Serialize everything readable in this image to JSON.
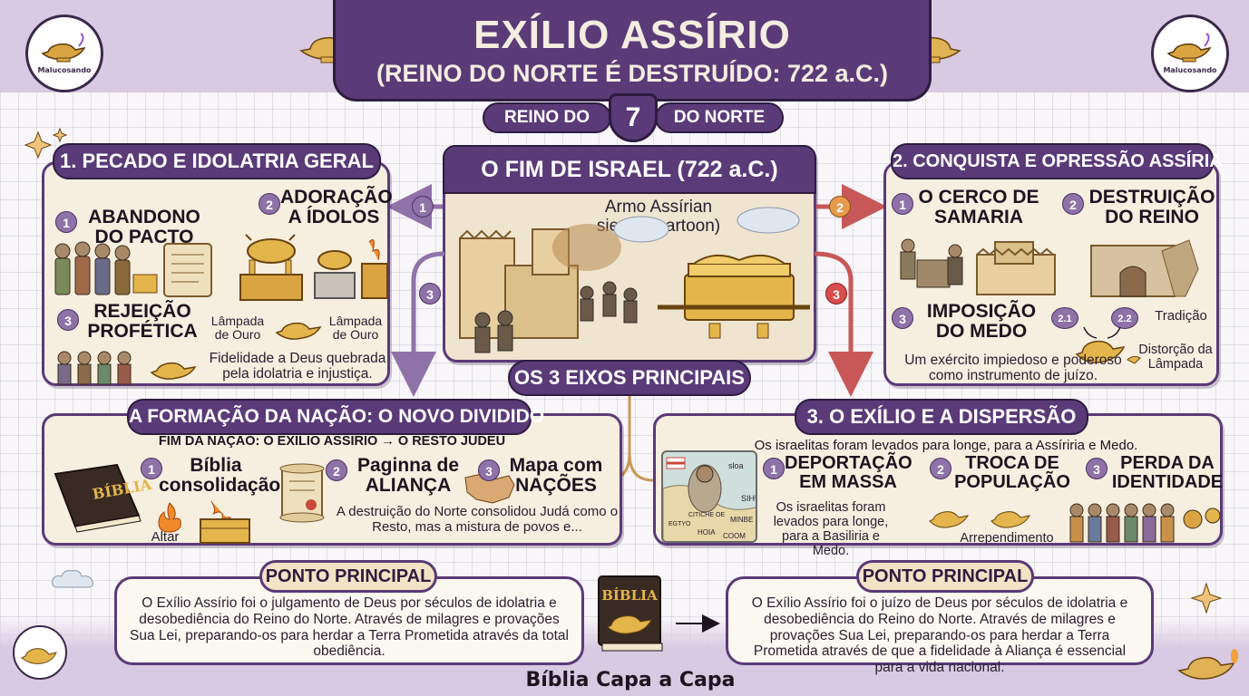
{
  "header": {
    "title": "EXÍLIO ASSÍRIO",
    "subtitle": "(REINO DO NORTE É DESTRUÍDO: 722 a.C.)",
    "ribbon_left": "REINO DO",
    "ribbon_number": "7",
    "ribbon_right": "DO NORTE",
    "logo_text": "Malucosando"
  },
  "center": {
    "title": "O FIM DE ISRAEL (722 a.C.)",
    "image_caption": "Armo Assírian sieges (cartoon)",
    "axes_label": "OS 3 EIXOS PRINCIPAIS",
    "arrow_labels": [
      "1",
      "2",
      "3",
      "3"
    ]
  },
  "panel1": {
    "title": "1. PECADO E IDOLATRIA GERAL",
    "items": [
      {
        "num": "1",
        "label": "ABANDONO DO PACTO"
      },
      {
        "num": "2",
        "label": "ADORAÇÃO A ÍDOLOS"
      },
      {
        "num": "3",
        "label": "REJEIÇÃO PROFÉTICA"
      }
    ],
    "lamp_left": "Lâmpada de Ouro",
    "lamp_right": "Lâmpada de Ouro",
    "note": "Fidelidade a Deus quebrada pela idolatria e injustiça."
  },
  "panel2": {
    "title": "2. CONQUISTA E OPRESSÃO ASSÍRIA",
    "items": [
      {
        "num": "1",
        "label": "O CERCO DE SAMARIA"
      },
      {
        "num": "2",
        "label": "DESTRUIÇÃO DO REINO"
      },
      {
        "num": "3",
        "label": "IMPOSIÇÃO DO MEDO"
      }
    ],
    "sub1": "2.1",
    "sub2": "2.2",
    "tradicao": "Tradição",
    "note": "Um exército impiedoso e poderoso como instrumento de juízo.",
    "distorcao": "Distorção da Lâmpada"
  },
  "panel3": {
    "title": "A FORMAÇÃO DA NAÇÃO: O NOVO DIVIDIDO",
    "subtitle": "FIM DA NAÇÃO: O EXÍLIO ASSÍRIO → O RESTO JUDEU",
    "items": [
      {
        "num": "1",
        "label": "Bíblia consolidação"
      },
      {
        "num": "2",
        "label": "Paginna de ALIANÇA"
      },
      {
        "num": "3",
        "label": "Mapa com NAÇÕES"
      }
    ],
    "book_label": "BÍBLIA",
    "altar": "Altar",
    "note": "A destruição do Norte consolidou Judá como o Resto, mas a mistura de povos e..."
  },
  "panel4": {
    "title": "3. O EXÍLIO E A DISPERSÃO",
    "subtitle": "Os israelitas foram levados para longe, para a Assíriria e Medo.",
    "items": [
      {
        "num": "1",
        "label": "DEPORTAÇÃO EM MASSA"
      },
      {
        "num": "2",
        "label": "TROCA DE POPULAÇÃO"
      },
      {
        "num": "3",
        "label": "PERDA DA IDENTIDADE"
      }
    ],
    "deport_note": "Os israelitas foram levados para longe, para a Basiliria e Medo.",
    "arrependimento": "Arrependimento",
    "map_labels": [
      "sloa",
      "SIHU",
      "CITICHE OE",
      "MINBE",
      "EGTYO",
      "HOIA",
      "COOM"
    ]
  },
  "footer": {
    "left_label": "PONTO PRINCIPAL",
    "left_text": "O Exílio Assírio foi o julgamento de Deus por séculos de idolatria e desobediência do Reino do Norte. Através de milagres e provações Sua Lei, preparando-os para herdar a Terra Prometida através da total obediência.",
    "right_label": "PONTO PRINCIPAL",
    "right_text": "O Exílio Assírio foi o juízo de Deus por séculos de idolatria e desobediência do Reino do Norte. Através de milagres e provações Sua Lei, preparando-os para herdar a Terra Prometida através de que a fidelidade à Aliança é essencial para a vida nacional.",
    "book_label": "BÍBLIA",
    "brand": "Bíblia Capa a Capa"
  },
  "colors": {
    "purple": "#5b3a78",
    "purple_dark": "#2e1c40",
    "cream": "#f6eedf",
    "gold": "#d9a441",
    "lavender": "#d9c9e2"
  }
}
